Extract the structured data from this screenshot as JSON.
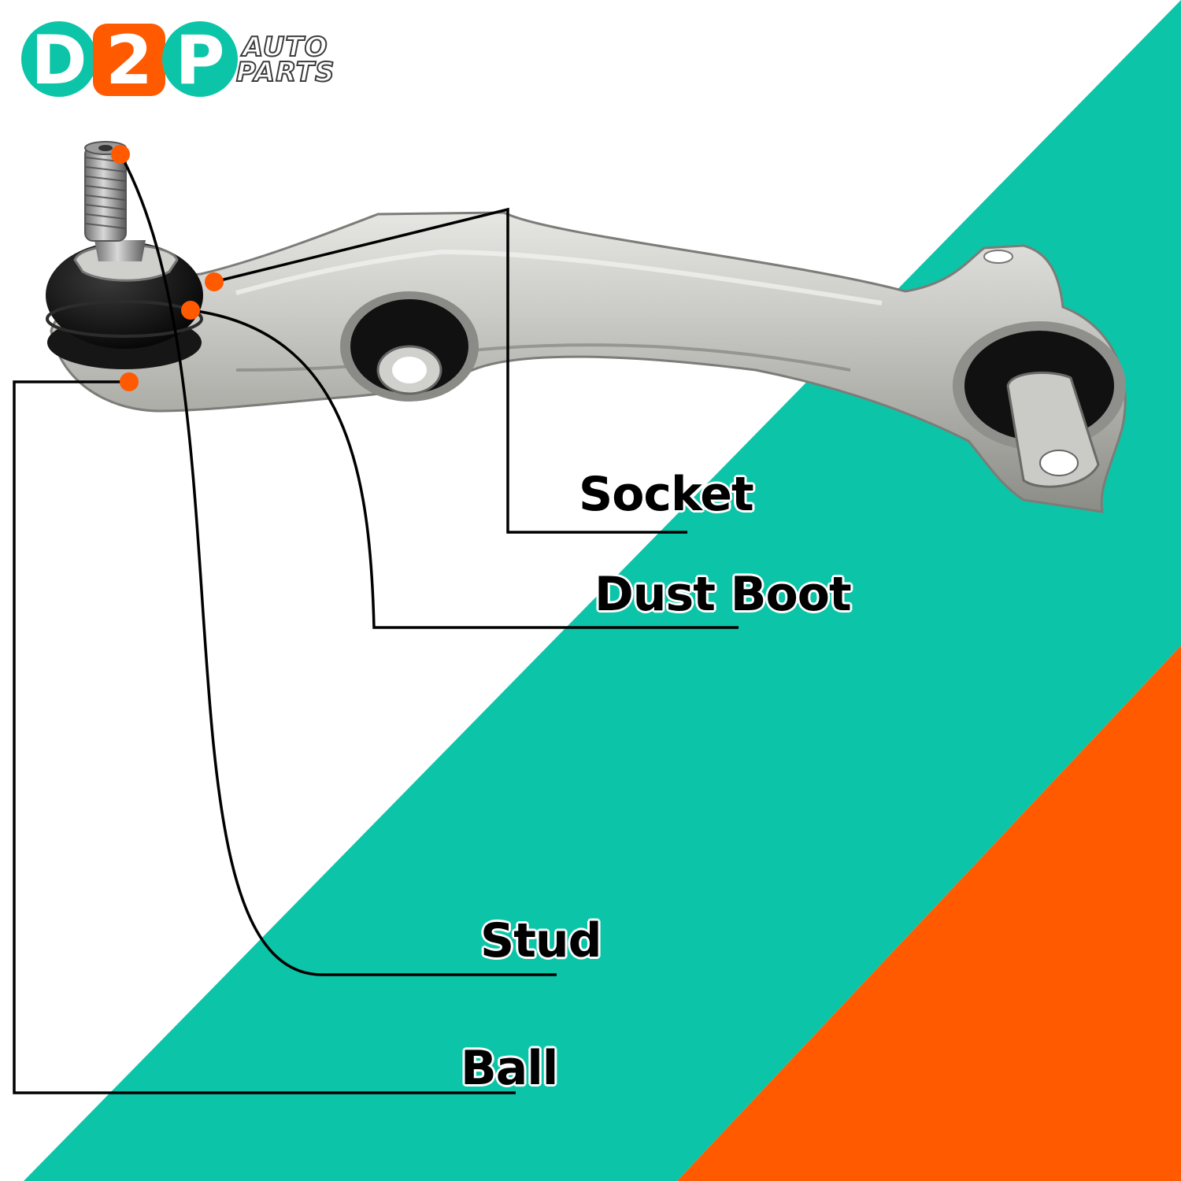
{
  "brand": {
    "mark_letters": [
      "D",
      "2",
      "P"
    ],
    "word_line1": "AUTO",
    "word_line2": "PARTS",
    "colors": {
      "teal": "#0cc5a8",
      "orange": "#ff5a00",
      "dark": "#3c3c3c"
    }
  },
  "callouts": [
    {
      "id": "socket",
      "label": "Socket"
    },
    {
      "id": "dust-boot",
      "label": "Dust Boot"
    },
    {
      "id": "stud",
      "label": "Stud"
    },
    {
      "id": "ball",
      "label": "Ball"
    }
  ],
  "colors": {
    "background": "#ffffff",
    "teal_band": "#0cc5a8",
    "orange_band": "#ff5a00",
    "marker_dot": "#ff5a00",
    "leader_line": "#000000"
  }
}
